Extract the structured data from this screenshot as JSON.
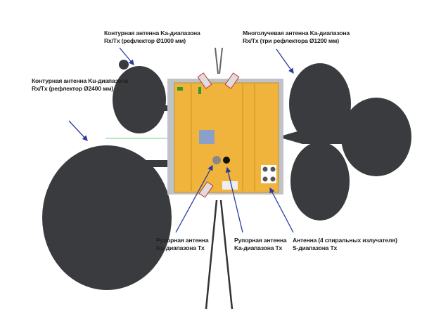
{
  "labels": {
    "ka_contour": {
      "line1": "Контурная антенна Ka-диапазона",
      "line2": "Rx/Tx (рефлектор Ø1000 мм)"
    },
    "ku_contour": {
      "line1": "Контурная антенна Ku-диапазона",
      "line2": "Rx/Tx (рефлектор Ø2400 мм)"
    },
    "ka_multibeam": {
      "line1": "Многолучевая антенна Ka-диапазона",
      "line2": "Rx/Tx (три рефлектора Ø1200 мм)"
    },
    "ku_horn": {
      "line1": "Рупорная антенна",
      "line2": "Ku-диапазона Tx"
    },
    "ka_horn": {
      "line1": "Рупорная антенна",
      "line2": "Ka-диапазона Tx"
    },
    "s_band": {
      "line1": "Антенна (4 спиральных излучателя)",
      "line2": "S-диапазона Tx"
    }
  },
  "colors": {
    "body": "#f0b43c",
    "reflector": "#3a3b3e",
    "arrow": "#2a3aa0",
    "text": "#222222"
  }
}
